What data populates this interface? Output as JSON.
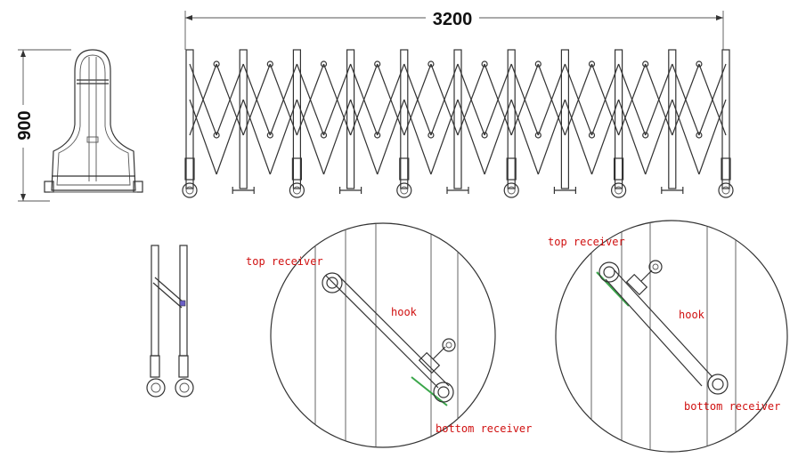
{
  "dimensions": {
    "width_label": "3200",
    "height_label": "900"
  },
  "callouts": {
    "left_detail": {
      "top_receiver": "top receiver",
      "hook": "hook",
      "bottom_receiver": "bottom receiver"
    },
    "right_detail": {
      "top_receiver": "top receiver",
      "hook": "hook",
      "bottom_receiver": "bottom receiver"
    }
  },
  "colors": {
    "line": "#333333",
    "label": "#d01010",
    "receiver_highlight": "#3aa64a"
  }
}
